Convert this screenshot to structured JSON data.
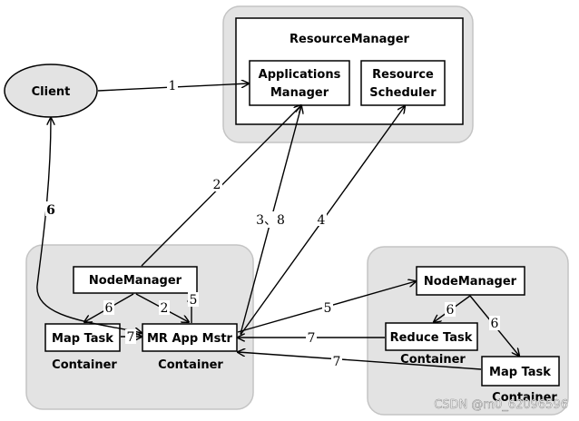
{
  "resource_manager": {
    "title": "ResourceManager",
    "applications_manager": [
      "Applications",
      "Manager"
    ],
    "resource_scheduler": [
      "Resource",
      "Scheduler"
    ]
  },
  "client": {
    "label": "Client"
  },
  "left_node": {
    "node_manager": "NodeManager",
    "map_task": "Map Task",
    "map_task_container": "Container",
    "mr_app_master": "MR App Mstr",
    "mr_app_master_container": "Container"
  },
  "right_node": {
    "node_manager": "NodeManager",
    "reduce_task": "Reduce Task",
    "reduce_task_container": "Container",
    "map_task": "Map Task",
    "map_task_container": "Container"
  },
  "edge_labels": {
    "client_to_am": "1",
    "nm_to_am": "2",
    "mr_to_am": "3、8",
    "mr_to_scheduler": "4",
    "mr_to_left_nm": "5",
    "mr_to_right_nm": "5",
    "client_to_mr": "6",
    "nm_to_map": "6",
    "nm_to_mr": "2",
    "right_nm_to_reduce": "6",
    "right_nm_to_map": "6",
    "map_to_mr": "7",
    "reduce_to_mr": "7",
    "right_map_to_mr": "7"
  },
  "watermark": "CSDN @m0_62096596"
}
